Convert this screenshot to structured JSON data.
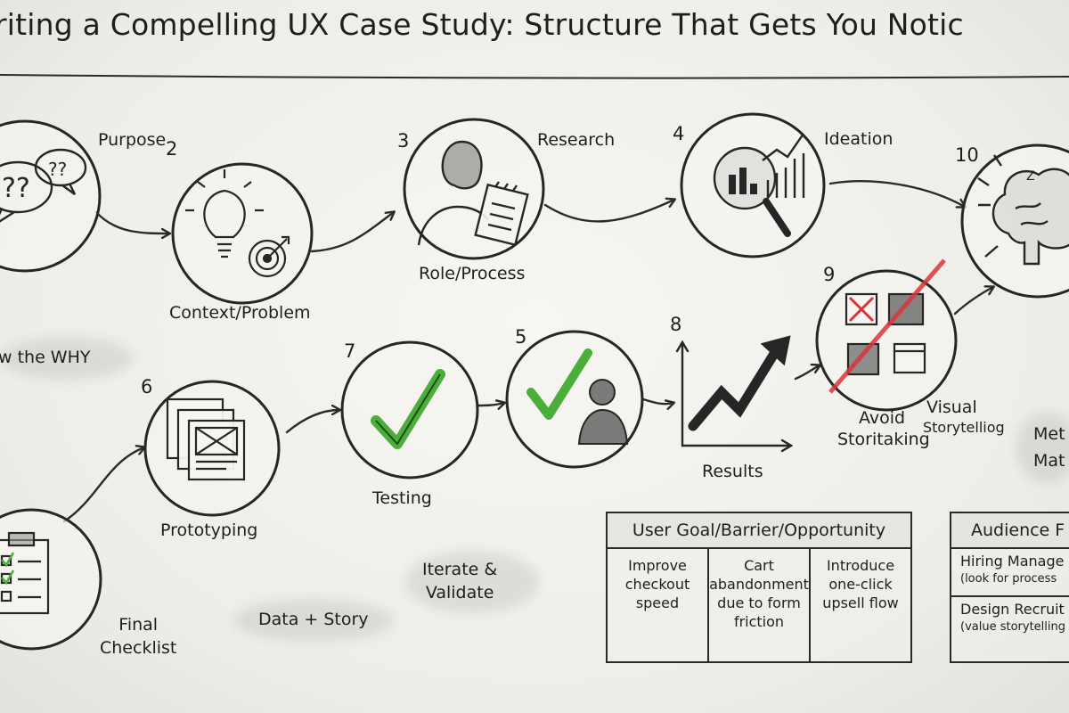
{
  "title": "riting a Compelling UX Case Study: Structure That Gets You Notic",
  "steps": {
    "purpose": {
      "label": "Purpose"
    },
    "context": {
      "number": "2",
      "label": "Context/Problem"
    },
    "role": {
      "number": "3",
      "label": "Role/Process"
    },
    "research": {
      "label": "Research"
    },
    "ideation": {
      "number": "4",
      "label": "Ideation"
    },
    "empathy": {
      "number": "10"
    },
    "prototyping": {
      "number": "6",
      "label": "Prototyping"
    },
    "testing": {
      "number": "7",
      "label": "Testing"
    },
    "validate": {
      "number": "5"
    },
    "results": {
      "number": "8",
      "label": "Results"
    },
    "visual": {
      "number": "9",
      "label_avoid": "Avoid",
      "label_avoid2": "Storitaking",
      "label_visual": "Visual",
      "label_visual2": "Storytelliog"
    },
    "checklist": {
      "label_line1": "Final",
      "label_line2": "Checklist"
    }
  },
  "notes": {
    "show_why": "w the WHY",
    "iterate": "Iterate &",
    "iterate2": "Validate",
    "data_story": "Data + Story",
    "metrics": "Met",
    "metrics2": "Mat"
  },
  "ugbo_table": {
    "header": "User Goal/Barrier/Opportunity",
    "cols": [
      "Improve\ncheckout\nspeed",
      "Cart\nabandonment\ndue to form\nfriction",
      "Introduce\none-click\nupsell flow"
    ]
  },
  "audience_table": {
    "header": "Audience F",
    "row1": "Hiring Manage",
    "row1_sub": "(look for process",
    "row2": "Design Recruit",
    "row2_sub": "(value storytelling"
  },
  "colors": {
    "ink": "#1e1e1e",
    "check_green": "#4cae3a",
    "cross_red": "#d9343b",
    "paper": "#f1f0ec"
  }
}
